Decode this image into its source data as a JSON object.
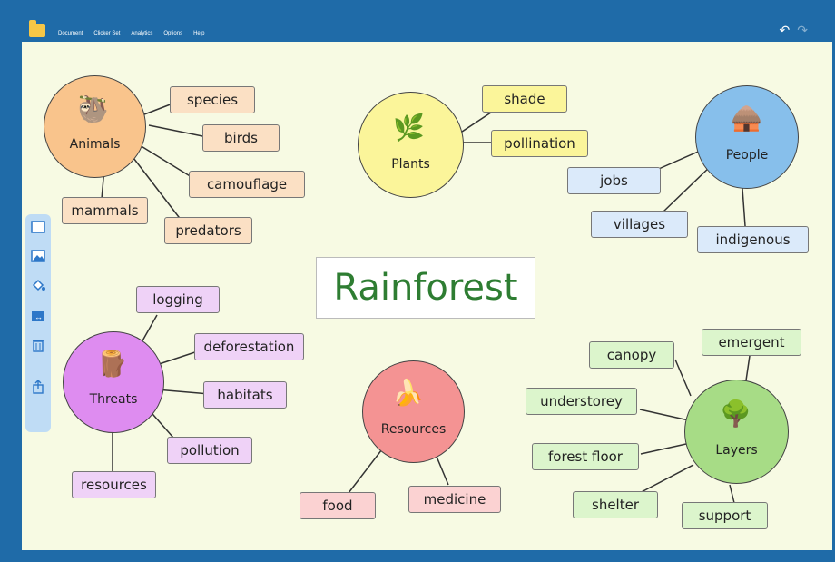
{
  "menu": {
    "items": [
      "Document",
      "Clicker Set",
      "Analytics",
      "Options",
      "Help"
    ]
  },
  "toolbar_icons": [
    "new-page-icon",
    "image-icon",
    "fill-icon",
    "flip-icon",
    "trash-icon",
    "share-icon"
  ],
  "title": "Rainforest",
  "nodes": {
    "animals": {
      "label": "Animals"
    },
    "plants": {
      "label": "Plants"
    },
    "people": {
      "label": "People"
    },
    "threats": {
      "label": "Threats"
    },
    "resources": {
      "label": "Resources"
    },
    "layers": {
      "label": "Layers"
    }
  },
  "chips": {
    "species": "species",
    "birds": "birds",
    "camouflage": "camouflage",
    "mammals": "mammals",
    "predators": "predators",
    "shade": "shade",
    "pollination": "pollination",
    "jobs": "jobs",
    "villages": "villages",
    "indigenous": "indigenous",
    "logging": "logging",
    "deforestation": "deforestation",
    "habitats": "habitats",
    "pollution": "pollution",
    "resources": "resources",
    "food": "food",
    "medicine": "medicine",
    "canopy": "canopy",
    "emergent": "emergent",
    "understorey": "understorey",
    "forest_floor": "forest floor",
    "shelter": "shelter",
    "support": "support"
  },
  "colors": {
    "animals": "#f9c48c",
    "plants": "#fbf59a",
    "people": "#87bfeb",
    "threats": "#de8cf0",
    "resources": "#f49393",
    "layers": "#a7dc86"
  }
}
